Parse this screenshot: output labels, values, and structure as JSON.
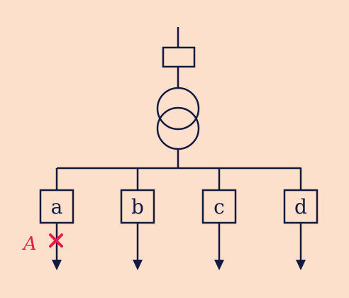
{
  "colors": {
    "background": "#fce0cc",
    "line": "#14193f",
    "fault": "#e8194a"
  },
  "feeders": [
    {
      "label": "a"
    },
    {
      "label": "b"
    },
    {
      "label": "c"
    },
    {
      "label": "d"
    }
  ],
  "fault": {
    "label": "A",
    "feeder": "a"
  }
}
